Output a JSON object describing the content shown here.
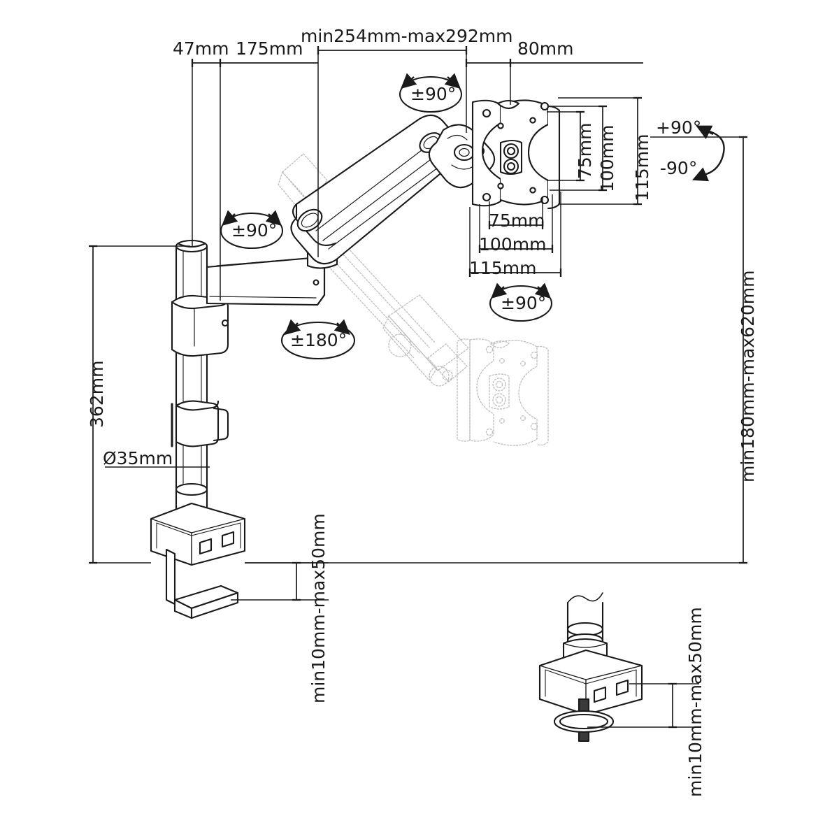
{
  "drawing": {
    "title": "Monitor arm desk mount technical dimension drawing",
    "units": "mm",
    "line_color": "#1a1a1a",
    "phantom_color": "#b9b9b9",
    "background": "#ffffff"
  },
  "dimensions": {
    "top": [
      {
        "id": "d-47",
        "label": "47mm"
      },
      {
        "id": "d-175",
        "label": "175mm"
      },
      {
        "id": "d-extend",
        "label": "min254mm-max292mm"
      },
      {
        "id": "d-80",
        "label": "80mm"
      }
    ],
    "left": [
      {
        "id": "d-362",
        "label": "362mm"
      },
      {
        "id": "d-dia",
        "label": "Ø35mm"
      }
    ],
    "clamp_left": {
      "id": "d-clamp-left",
      "label": "min10mm-max50mm"
    },
    "clamp_right": {
      "id": "d-clamp-right",
      "label": "min10mm-max50mm"
    },
    "right_height": {
      "id": "d-height",
      "label": "min180mm-max620mm"
    },
    "vesa_vertical": [
      {
        "id": "v-75",
        "label": "75mm"
      },
      {
        "id": "v-100",
        "label": "100mm"
      },
      {
        "id": "v-115",
        "label": "115mm"
      }
    ],
    "vesa_horizontal": [
      {
        "id": "h-75",
        "label": "75mm"
      },
      {
        "id": "h-100",
        "label": "100mm"
      },
      {
        "id": "h-115",
        "label": "115mm"
      }
    ]
  },
  "rotations": [
    {
      "id": "rot-tilt-top",
      "label": "±90°"
    },
    {
      "id": "rot-arm-joint",
      "label": "±90°"
    },
    {
      "id": "rot-base",
      "label": "±180°"
    },
    {
      "id": "rot-vesa",
      "label": "±90°"
    },
    {
      "id": "rot-pivot-up",
      "label": "+90°"
    },
    {
      "id": "rot-pivot-down",
      "label": "-90°"
    }
  ]
}
